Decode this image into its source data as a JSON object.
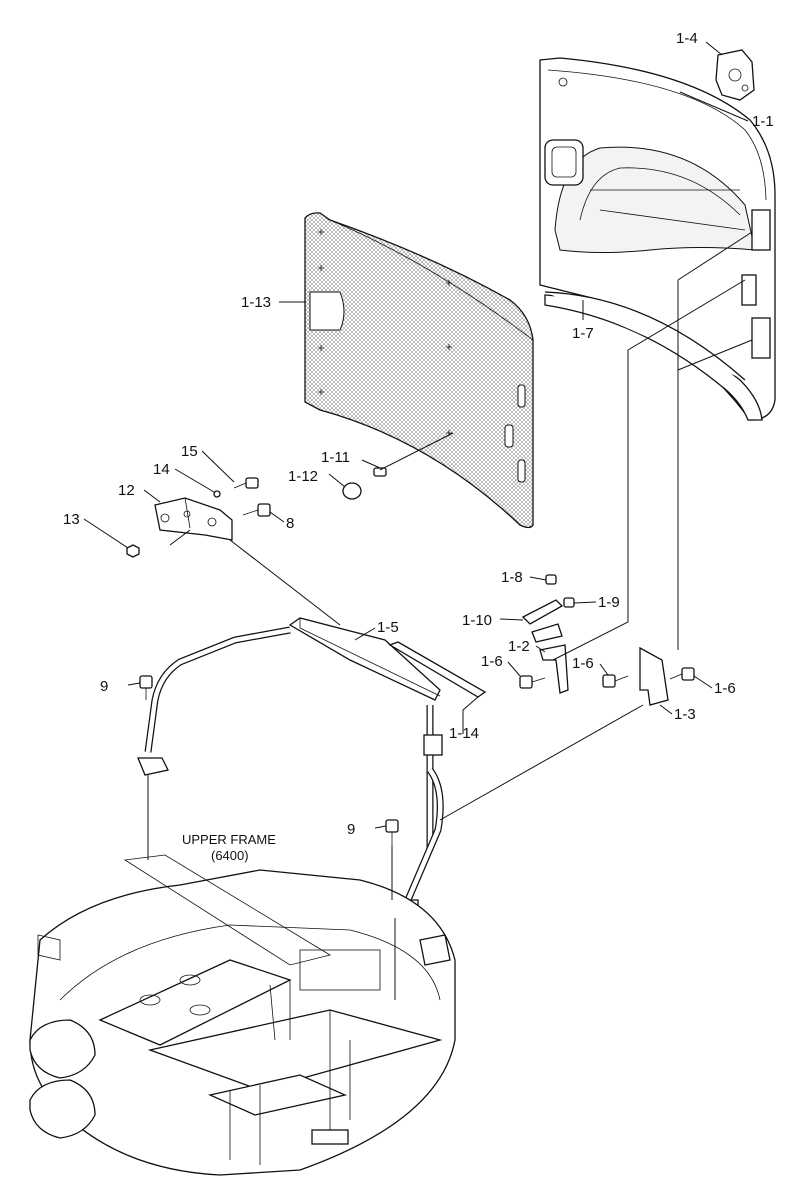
{
  "labels": {
    "l1_1": "1-1",
    "l1_2": "1-2",
    "l1_3": "1-3",
    "l1_4": "1-4",
    "l1_5": "1-5",
    "l1_6a": "1-6",
    "l1_6b": "1-6",
    "l1_6c": "1-6",
    "l1_7": "1-7",
    "l1_8": "1-8",
    "l1_9": "1-9",
    "l1_10": "1-10",
    "l1_11": "1-11",
    "l1_12": "1-12",
    "l1_13": "1-13",
    "l1_14": "1-14",
    "l8": "8",
    "l9a": "9",
    "l9b": "9",
    "l12": "12",
    "l13": "13",
    "l14": "14",
    "l15": "15"
  },
  "frame_label": {
    "line1": "UPPER FRAME",
    "line2": "(6400)"
  }
}
